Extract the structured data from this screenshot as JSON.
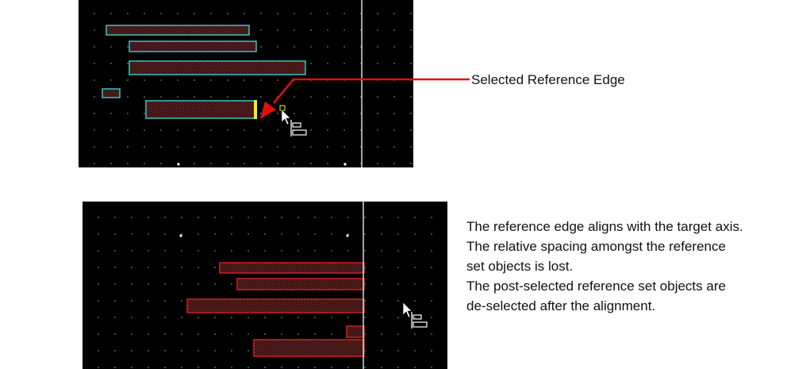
{
  "callout": {
    "label": "Selected Reference Edge"
  },
  "description": {
    "lines": [
      "The reference edge aligns with the target axis.",
      "The relative spacing amongst the reference",
      "set objects is lost.",
      "The post-selected reference set objects are",
      "de-selected after the alignment."
    ]
  },
  "colors": {
    "canvas_bg": "#000000",
    "grid_dot": "#7a7a7a",
    "selected_outline": "#35c6c6",
    "shape_fill_hatch": "#5a1f1f",
    "unselected_outline": "#d02020",
    "reference_edge": "#f0f020",
    "target_axis": "#d8d8d8",
    "callout_arrow": "#e01010",
    "cursor": "#ffffff"
  },
  "icons": {
    "cursor": "arrow-pointer-icon",
    "align": "align-left-icon"
  }
}
